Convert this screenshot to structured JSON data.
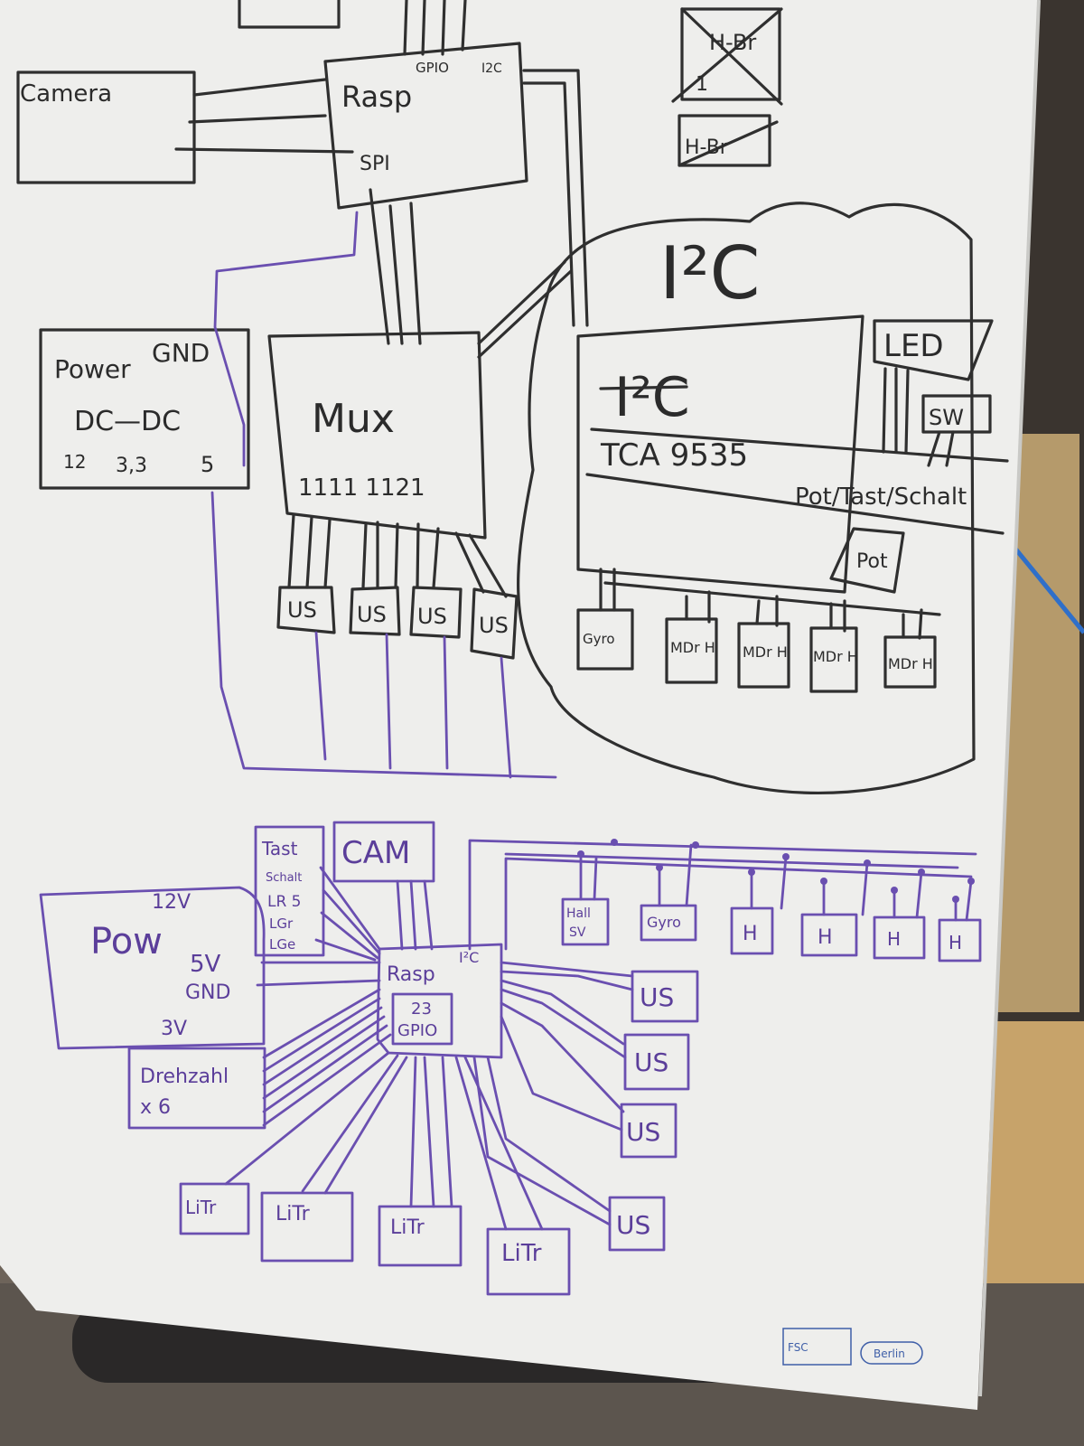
{
  "upper_diagram": {
    "camera": "Camera",
    "rasp": "Rasp",
    "gpio": "GPIO",
    "i2c_port": "I2C",
    "spi": "SPI",
    "hbr_top": "H-Br",
    "hbr_top_num": "1",
    "hbr_second": "H-Br",
    "i2c_cloud": "I²C",
    "power_gnd": "GND",
    "power_title": "Power",
    "power_dcdc": "DC—DC",
    "power_v12": "12",
    "power_v33": "3,3",
    "power_v5": "5",
    "mux": "Mux",
    "mux_numbers": "1111 1121",
    "tca_i2c": "I²C",
    "tca": "TCA 9535",
    "tca_inputs": "Pot/Tast/Schalt",
    "led": "LED",
    "sw": "SW",
    "poti": "Pot",
    "us_labels": [
      "US",
      "US",
      "US",
      "US"
    ],
    "gyro": "Gyro",
    "md_labels": [
      "MDr H",
      "MDr H",
      "MDr H",
      "MDr H"
    ]
  },
  "lower_diagram": {
    "tast_lines": [
      "Tast",
      "Schalt",
      "LR 5",
      "LGr",
      "LGe"
    ],
    "cam": "CAM",
    "pow": "Pow",
    "v12": "12V",
    "v5": "5V",
    "gnd": "GND",
    "v3": "3V",
    "drehzahl": "Drehzahl",
    "drehzahl_count": "x 6",
    "rasp": "Rasp",
    "gpio_count": "23",
    "gpio": "GPIO",
    "i2c": "I²C",
    "hall": "Hall",
    "hall_sub": "SV",
    "gyro": "Gyro",
    "h_labels": [
      "H",
      "H",
      "H",
      "H"
    ],
    "us_labels": [
      "US",
      "US",
      "US",
      "US"
    ],
    "litr_labels": [
      "LiTr",
      "LiTr",
      "LiTr",
      "LiTr"
    ]
  },
  "footer": {
    "brand": "Berlin",
    "fsc": "FSC"
  }
}
